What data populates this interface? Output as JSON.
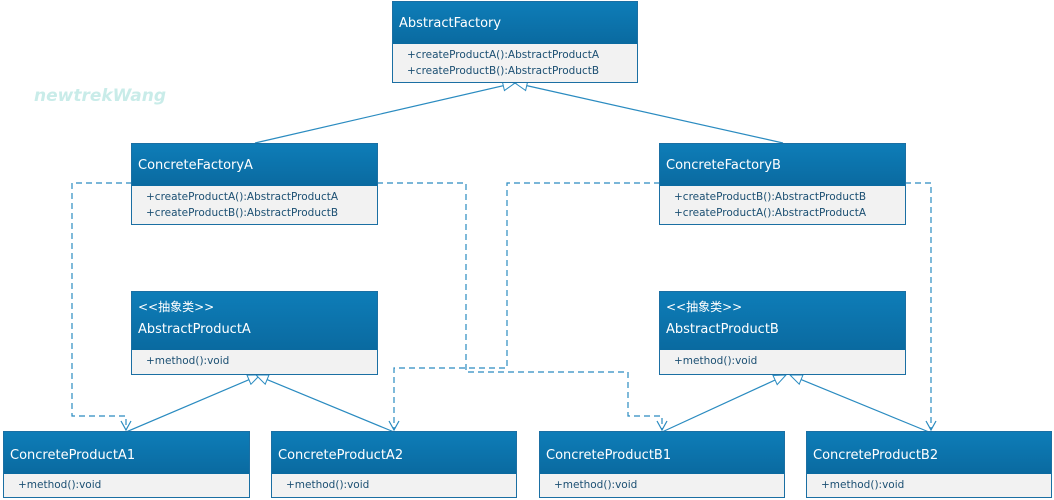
{
  "watermark": "newtrekWang",
  "classes": {
    "abstract_factory": {
      "name": "AbstractFactory",
      "methods": [
        "+createProductA():AbstractProductA",
        "+createProductB():AbstractProductB"
      ]
    },
    "concrete_factory_a": {
      "name": "ConcreteFactoryA",
      "methods": [
        "+createProductA():AbstractProductA",
        "+createProductB():AbstractProductB"
      ]
    },
    "concrete_factory_b": {
      "name": "ConcreteFactoryB",
      "methods": [
        "+createProductB():AbstractProductB",
        "+createProductA():AbstractProductA"
      ]
    },
    "abstract_product_a": {
      "stereotype": "<<抽象类>>",
      "name": "AbstractProductA",
      "methods": [
        "+method():void"
      ]
    },
    "abstract_product_b": {
      "stereotype": "<<抽象类>>",
      "name": "AbstractProductB",
      "methods": [
        "+method():void"
      ]
    },
    "concrete_product_a1": {
      "name": "ConcreteProductA1",
      "methods": [
        "+method():void"
      ]
    },
    "concrete_product_a2": {
      "name": "ConcreteProductA2",
      "methods": [
        "+method():void"
      ]
    },
    "concrete_product_b1": {
      "name": "ConcreteProductB1",
      "methods": [
        "+method():void"
      ]
    },
    "concrete_product_b2": {
      "name": "ConcreteProductB2",
      "methods": [
        "+method():void"
      ]
    }
  },
  "colors": {
    "header": "#0a6aa0",
    "border": "#1b6fa3",
    "body": "#f2f2f2",
    "line": "#2a8bc0"
  }
}
